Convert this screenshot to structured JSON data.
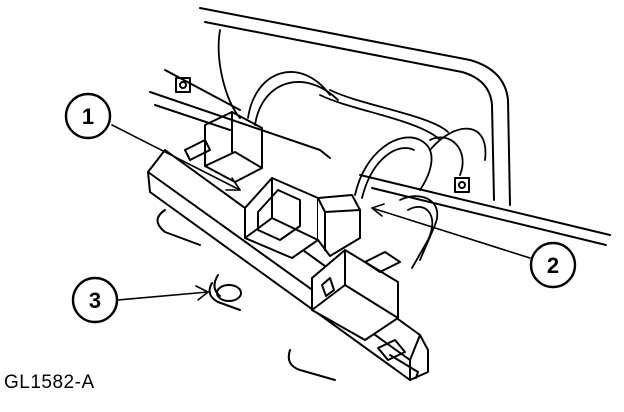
{
  "figure": {
    "id_label": "GL1582-A",
    "callouts": [
      {
        "number": "1"
      },
      {
        "number": "2"
      },
      {
        "number": "3"
      }
    ]
  }
}
